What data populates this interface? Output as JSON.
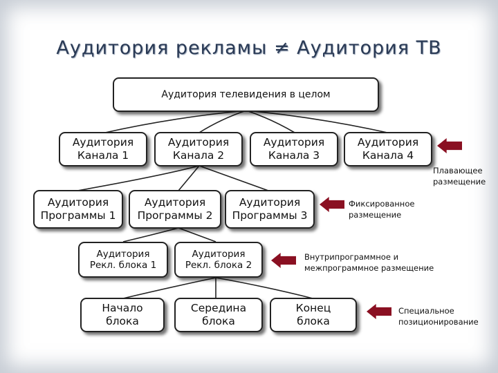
{
  "title": "Аудитория рекламы ≠ Аудитория ТВ",
  "nodes": {
    "tv": "Аудитория телевидения в целом",
    "ch1": "Аудитория\nКанала 1",
    "ch2": "Аудитория\nКанала 2",
    "ch3": "Аудитория\nКанала 3",
    "ch4": "Аудитория\nКанала 4",
    "pr1": "Аудитория\nПрограммы 1",
    "pr2": "Аудитория\nПрограммы 2",
    "pr3": "Аудитория\nПрограммы 3",
    "bl1": "Аудитория\nРекл. блока 1",
    "bl2": "Аудитория\nРекл. блока 2",
    "start": "Начало\nблока",
    "middle": "Середина\nблока",
    "end": "Конец\nблока"
  },
  "notes": {
    "floating": "Плавающее\nразмещение",
    "fixed": "Фиксированное\nразмещение",
    "inprogram": "Внутрипрограммное и\nмежпрограммное размещение",
    "special": "Специальное\nпозиционирование"
  },
  "colors": {
    "arrow": "#8a1022",
    "title": "#2a3a55"
  }
}
